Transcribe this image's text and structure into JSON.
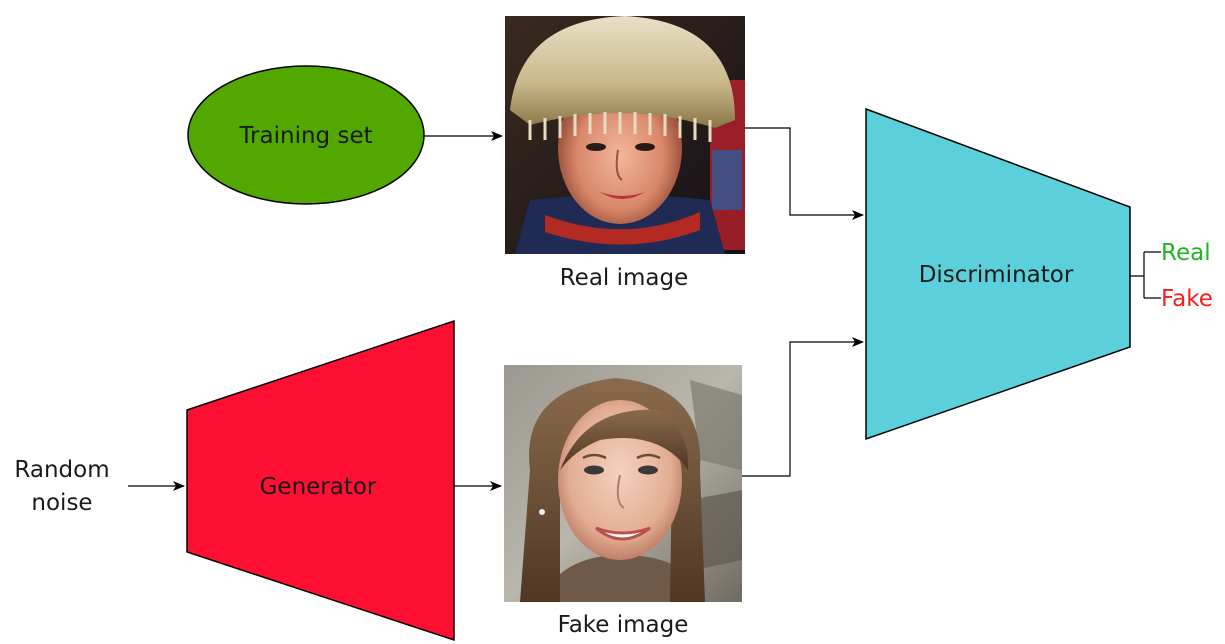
{
  "nodes": {
    "training_set": {
      "label": "Training set",
      "fill": "#53a800"
    },
    "real_image": {
      "caption": "Real image"
    },
    "fake_image": {
      "caption": "Fake image"
    },
    "discriminator": {
      "label": "Discriminator",
      "fill": "#5bd0db"
    },
    "generator": {
      "label": "Generator",
      "fill": "#ff1033"
    },
    "random_noise": {
      "line1": "Random",
      "line2": "noise"
    }
  },
  "outputs": {
    "real": {
      "label": "Real",
      "color": "#1eb51e"
    },
    "fake": {
      "label": "Fake",
      "color": "#ff1a1a"
    }
  },
  "edges": [
    {
      "from": "training_set",
      "to": "real_image"
    },
    {
      "from": "real_image",
      "to": "discriminator"
    },
    {
      "from": "random_noise",
      "to": "generator"
    },
    {
      "from": "generator",
      "to": "fake_image"
    },
    {
      "from": "fake_image",
      "to": "discriminator"
    },
    {
      "from": "discriminator",
      "to": "real"
    },
    {
      "from": "discriminator",
      "to": "fake"
    }
  ]
}
